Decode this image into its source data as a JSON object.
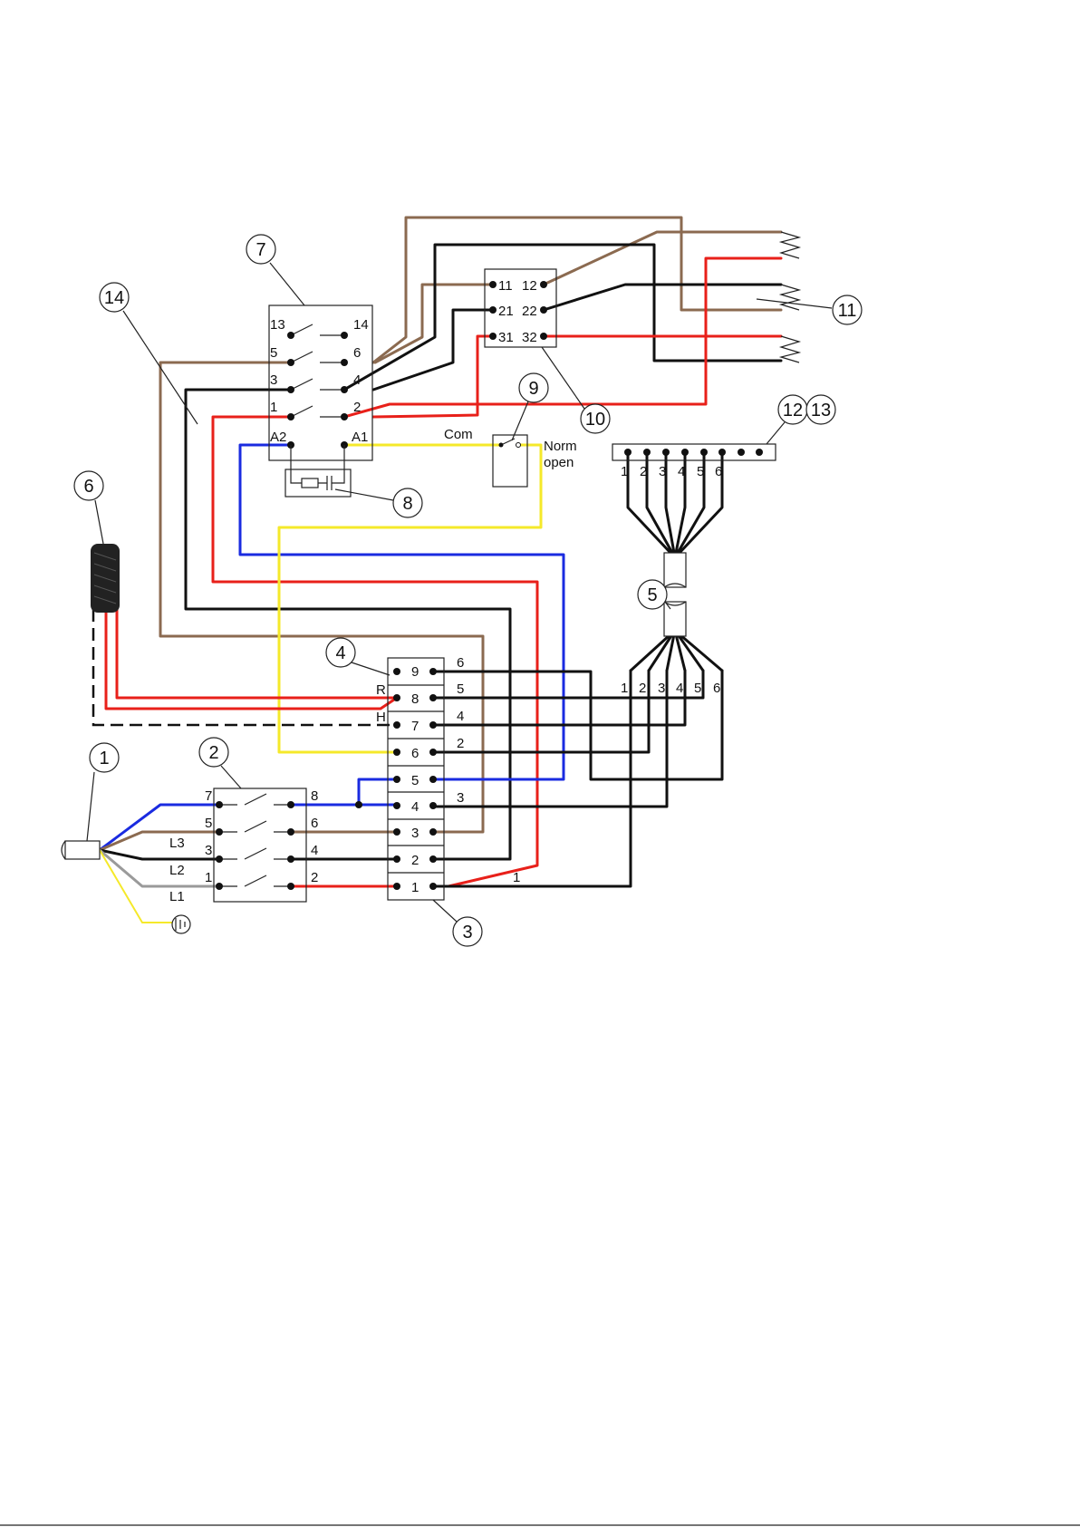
{
  "colors": {
    "black": "#111111",
    "brown": "#8b6a50",
    "red": "#e8201a",
    "blue": "#1a2be0",
    "yellow": "#f5e92a",
    "grey": "#9a9a9a"
  },
  "callouts": [
    "1",
    "2",
    "3",
    "4",
    "5",
    "6",
    "7",
    "8",
    "9",
    "10",
    "11",
    "12",
    "13",
    "14"
  ],
  "contactor": {
    "terminals": [
      "13",
      "14",
      "5",
      "6",
      "3",
      "4",
      "1",
      "2",
      "A2",
      "A1"
    ]
  },
  "aux_block": {
    "terminals": [
      "11",
      "12",
      "21",
      "22",
      "31",
      "32"
    ]
  },
  "thermostat": {
    "com": "Com",
    "norm": "Norm",
    "open": "open"
  },
  "main_switch": {
    "terminals": [
      "7",
      "8",
      "5",
      "6",
      "3",
      "4",
      "1",
      "2"
    ],
    "phases": [
      "L3",
      "L2",
      "L1"
    ]
  },
  "terminal_block": {
    "terminals": [
      "9",
      "8",
      "7",
      "6",
      "5",
      "4",
      "3",
      "2",
      "1"
    ],
    "side_left": [
      "R",
      "H"
    ],
    "side_right": [
      "6",
      "5",
      "4",
      "2",
      "3",
      "1"
    ]
  },
  "cable": {
    "cores": [
      "1",
      "2",
      "3",
      "4",
      "5",
      "6"
    ]
  },
  "connector": {
    "pins": [
      "1",
      "2",
      "3",
      "4",
      "5",
      "6"
    ]
  }
}
